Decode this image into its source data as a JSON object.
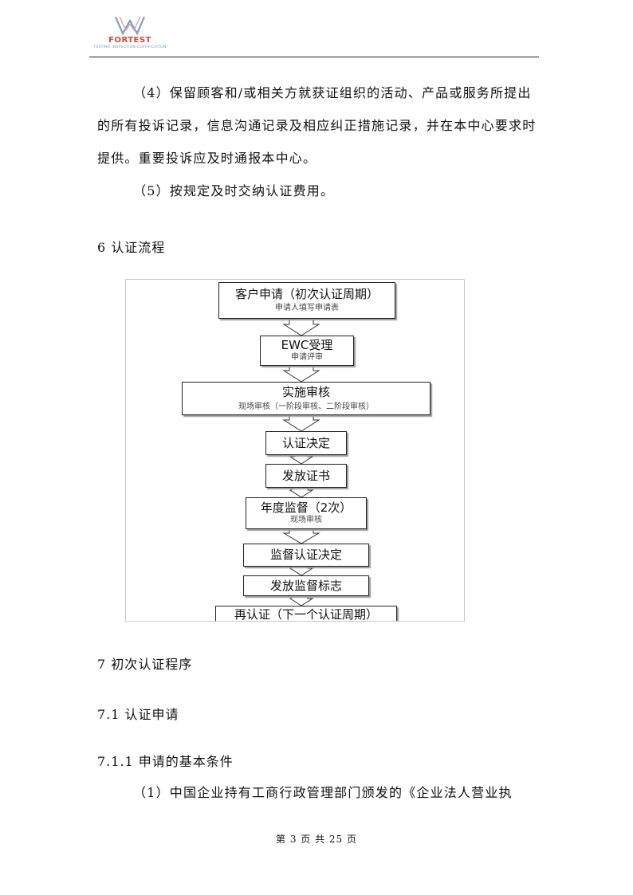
{
  "header": {
    "logo_main": "FORTEST",
    "logo_sub": "TESTING INSPECTION CERTIFICATION"
  },
  "section5_paras": {
    "p4": "（4）保留顾客和/或相关方就获证组织的活动、产品或服务所提出的所有投诉记录，信息沟通记录及相应纠正措施记录，并在本中心要求时提供。重要投诉应及时通报本中心。",
    "p5": "（5）按规定及时交纳认证费用。"
  },
  "section6": {
    "heading": "6  认证流程"
  },
  "flowchart": {
    "step1_title": "客户申请（初次认证周期）",
    "step1_sub": "申请人填写申请表",
    "step2_title": "EWC受理",
    "step2_sub": "申请评审",
    "step3_title": "实施审核",
    "step3_sub": "现场审核（一阶段审核、二阶段审核）",
    "step4_title": "认证决定",
    "step5_title": "发放证书",
    "step6_title": "年度监督（2次）",
    "step6_sub": "现场审核",
    "step7_title": "监督认证决定",
    "step8_title": "发放监督标志",
    "step9_title": "再认证（下一个认证周期）"
  },
  "section7": {
    "heading": "7  初次认证程序",
    "sub1": "7.1  认证申请",
    "sub11": "7.1.1  申请的基本条件",
    "p1": "（1）中国企业持有工商行政管理部门颁发的《企业法人营业执"
  },
  "footer": {
    "page_text": "第 3 页 共 25 页"
  }
}
